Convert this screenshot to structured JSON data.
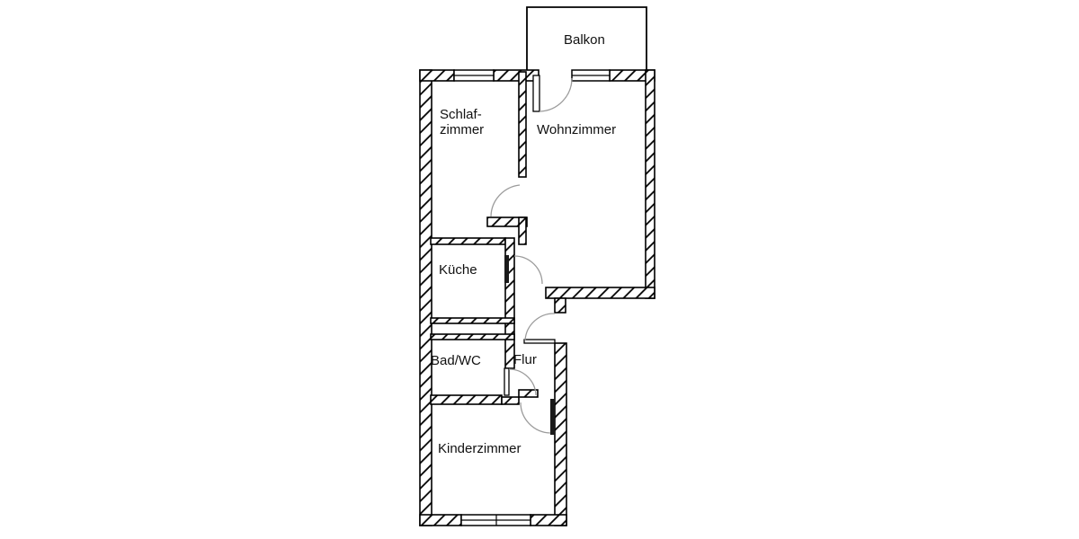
{
  "floorplan": {
    "background_color": "#ffffff",
    "wall_color": "#000000",
    "hatch_color": "#000000",
    "door_arc_color": "#9b9b9b",
    "label_color": "#111111",
    "rooms": {
      "balkon": {
        "label": "Balkon"
      },
      "schlafzimmer": {
        "label_line1": "Schlaf-",
        "label_line2": "zimmer"
      },
      "wohnzimmer": {
        "label": "Wohnzimmer"
      },
      "kueche": {
        "label": "Küche"
      },
      "bad_wc": {
        "label": "Bad/WC"
      },
      "flur": {
        "label": "Flur"
      },
      "kinderzimmer": {
        "label": "Kinderzimmer"
      }
    }
  }
}
